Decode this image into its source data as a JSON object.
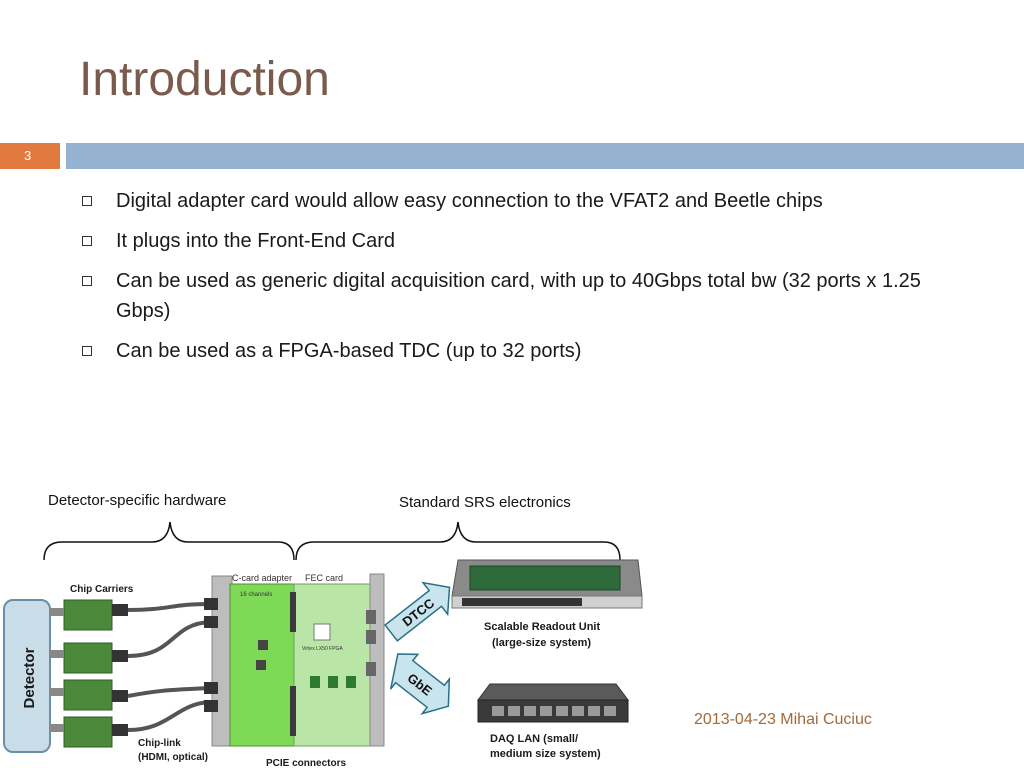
{
  "slide": {
    "title": "Introduction",
    "number": "3",
    "bullets": [
      "Digital adapter card would allow easy connection to the VFAT2 and Beetle chips",
      "It plugs into the Front-End Card",
      "Can be used as generic digital acquisition card, with up to 40Gbps total bw (32 ports x 1.25 Gbps)",
      "Can be used as a FPGA-based TDC (up to 32 ports)"
    ],
    "footer": "2013-04-23 Mihai Cuciuc"
  },
  "diagram": {
    "bracket_left_label": "Detector-specific hardware",
    "bracket_right_label": "Standard SRS electronics",
    "detector": "Detector",
    "chip_carriers": "Chip Carriers",
    "chip_link_1": "Chip-link",
    "chip_link_2": "(HDMI, optical)",
    "c_card": "C-card adapter",
    "fec_card": "FEC card",
    "channels": "16 channels",
    "fpga": "Virtex LX50 FPGA",
    "pcie": "PCIE connectors",
    "dtcc": "DTCC",
    "gbe": "GbE",
    "sru_1": "Scalable Readout Unit",
    "sru_2": "(large-size system)",
    "daq_1": "DAQ LAN (small/",
    "daq_2": "medium size system)"
  },
  "colors": {
    "title": "#7a5a4c",
    "accent": "#e27a3f",
    "bar": "#95b3d0",
    "footer": "#a36a3a",
    "card_green": "#7ed957"
  }
}
